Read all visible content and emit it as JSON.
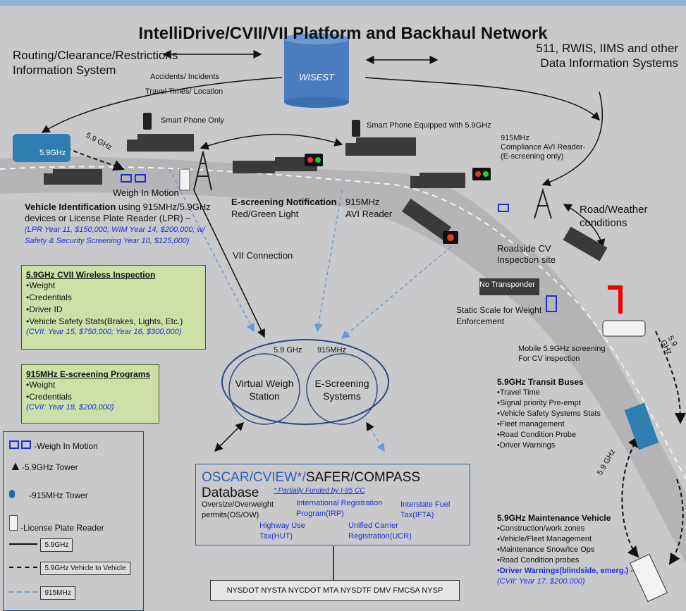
{
  "title": "IntelliDrive/CVII/VII Platform  and Backhaul Network",
  "top_left": [
    "Routing/Clearance/Restrictions",
    "Information System"
  ],
  "top_right": [
    "511, RWIS, IIMS and other",
    "Data Information Systems"
  ],
  "wisest": "WISEST",
  "accidents": "Accidents/ Incidents",
  "travel_times": "Travel Times/ Location",
  "five_nine_ghz": "5.9 GHz",
  "bus_label": "5.9GHz",
  "smart_phone_only": "Smart Phone Only",
  "smart_phone_equipped": "Smart Phone Equipped with 5.9GHz",
  "compliance": [
    "915MHz",
    "Compliance AVI Reader-",
    "(E-screening only)"
  ],
  "weigh_in_motion": "Weigh In Motion",
  "vehicle_id": {
    "lead": "Vehicle Identification",
    "rest": " using 915MHz/5.9GHz",
    "line2": "devices or License Plate Reader (LPR) –",
    "blue1": "(LPR Year 11, $150,000; WIM Year 14, $200,000; w/",
    "blue2": "Safety & Security Screening Year 10, $125,000)"
  },
  "escreen_notif": [
    "E-screening Notification",
    "Red/Green Light"
  ],
  "avi_reader": [
    "915MHz",
    "AVI Reader"
  ],
  "road_weather": [
    "Road/Weather",
    "conditions"
  ],
  "vii_connection": "VII Connection",
  "roadside_cv": [
    "Roadside CV",
    "Inspection site"
  ],
  "no_transponder": "No Transponder",
  "static_scale": [
    "Static Scale for Weight",
    "Enforcement"
  ],
  "cvii_box": {
    "title": "5.9GHz CVII Wireless Inspection",
    "items": [
      "•Weight",
      "•Credentials",
      "•Driver ID",
      "•Vehicle Safety Stats(Brakes, Lights, Etc.)"
    ],
    "note": "(CVII: Year 15, $750,000; Year 16, $300,000)"
  },
  "escreen_box": {
    "title": "915MHz E-screening  Programs",
    "items": [
      "•Weight",
      "•Credentials"
    ],
    "note": "(CVII: Year 18, $200,000)"
  },
  "vws": {
    "f59": "5.9 GHz",
    "f915": "915MHz",
    "left": [
      "Virtual Weigh",
      "Station"
    ],
    "right": [
      "E-Screening",
      "Systems"
    ]
  },
  "mobile": [
    "Mobile 5.9GHz screening",
    "For CV inspection"
  ],
  "transit": {
    "title": "5.9GHz Transit Buses",
    "items": [
      "•Travel Time",
      "•Signal priority Pre-empt",
      "•Vehicle Safety Systems Stats",
      "•Fleet management",
      "•Road Condition Probe",
      "•Driver Warnings"
    ]
  },
  "maint": {
    "title": "5.9GHz Maintenance Vehicle",
    "items": [
      "•Construction/work zones",
      "•Vehicle/Fleet Management",
      "•Maintenance Snow/Ice Ops",
      "•Road Condition probes"
    ],
    "blue": "•Driver Warnings(blindside, emerg.) -",
    "note": "(CVII: Year 17, $200,000)"
  },
  "db": {
    "title_a": "OSCAR/CVIEW*/",
    "title_b": "SAFER/COMPASS Database",
    "funded": "* Partially Funded by I-95 CC",
    "oversize": [
      "Oversize/Overweight",
      "permits(OS/OW)"
    ],
    "irp": [
      "International Registration",
      "Program(IRP)"
    ],
    "fuel": [
      "Interstate Fuel",
      "Tax(IFTA)"
    ],
    "hut": [
      "Highway Use",
      "Tax(HUT)"
    ],
    "ucr": [
      "Unified Carrier",
      "Registration(UCR)"
    ]
  },
  "agencies": "NYSDOT NYSTA NYCDOT MTA NYSDTF DMV FMCSA NYSP",
  "legend": {
    "wim": "-Weigh In Motion",
    "tower59": "-5.9GHz Tower",
    "tower915": "-915MHz Tower",
    "lpr": "-License Plate Reader",
    "box59": "5.9GHz",
    "boxv2v": "5.9GHz Vehicle to Vehicle",
    "box915": "915MHz"
  },
  "colors": {
    "accent_blue": "#1d2fd8",
    "db_title": "#2d63b5",
    "green_box": "#cde0a8",
    "wisest": "#4a7cc0"
  }
}
